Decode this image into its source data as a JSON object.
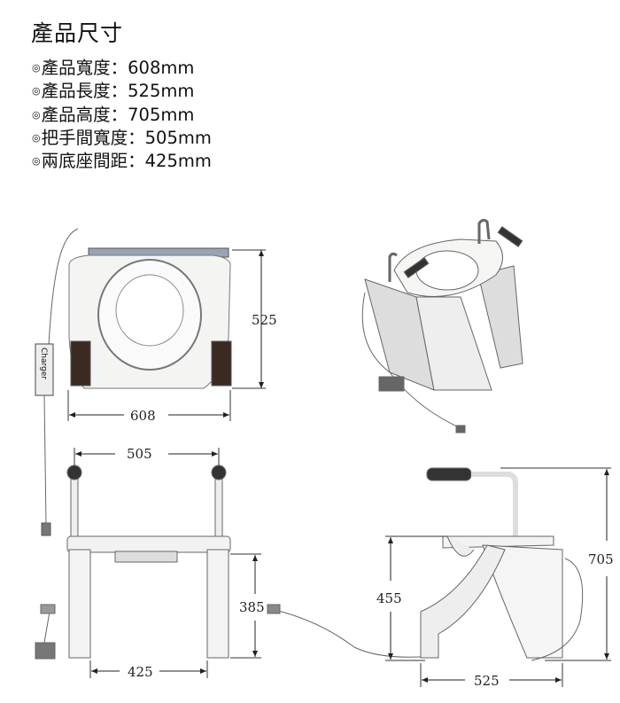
{
  "title": "產品尺寸",
  "bullet_symbol": "◎",
  "specs": [
    {
      "label": "產品寬度：",
      "value": "608mm"
    },
    {
      "label": "產品長度：",
      "value": "525mm"
    },
    {
      "label": "產品高度：",
      "value": "705mm"
    },
    {
      "label": "把手間寬度：",
      "value": "505mm"
    },
    {
      "label": "兩底座間距：",
      "value": "425mm"
    }
  ],
  "diagrams": {
    "top_view": {
      "width_dim": "608",
      "length_dim": "525",
      "charger_label": "Charger"
    },
    "front_view": {
      "handle_width_dim": "505",
      "base_gap_dim": "425",
      "seat_height_dim": "385"
    },
    "side_view": {
      "height_dim": "705",
      "seat_height_dim": "455",
      "length_dim": "525"
    }
  }
}
